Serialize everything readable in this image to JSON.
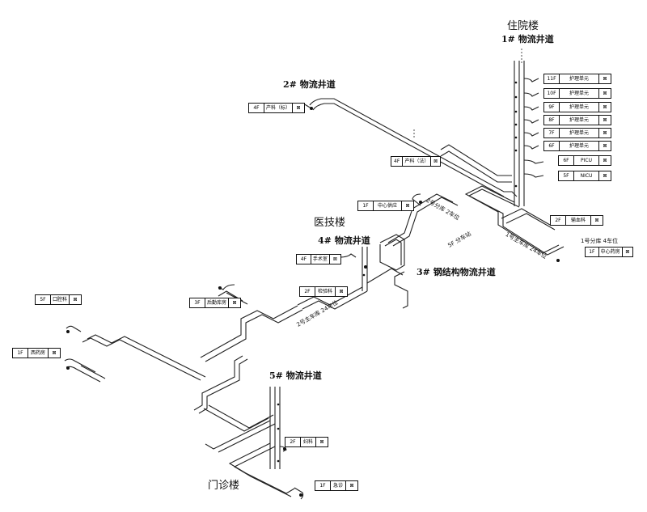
{
  "buildings": {
    "inpatient": "住院楼",
    "medtech": "医技楼",
    "outpatient": "门诊楼"
  },
  "shafts": {
    "s1": "1# 物流井道",
    "s2": "2# 物流井道",
    "s3": "3# 钢结构物流井道",
    "s4": "4# 物流井道",
    "s5": "5# 物流井道"
  },
  "stations": [
    {
      "floor": "11F",
      "name": "护理单元",
      "sym": "⊠"
    },
    {
      "floor": "10F",
      "name": "护理单元",
      "sym": "⊠"
    },
    {
      "floor": "9F",
      "name": "护理单元",
      "sym": "⊠"
    },
    {
      "floor": "8F",
      "name": "护理单元",
      "sym": "⊠"
    },
    {
      "floor": "7F",
      "name": "护理单元",
      "sym": "⊠"
    },
    {
      "floor": "6F",
      "name": "护理单元",
      "sym": "⊠"
    },
    {
      "floor": "6F",
      "name": "PICU",
      "sym": "⊠"
    },
    {
      "floor": "5F",
      "name": "NICU",
      "sym": "⊠"
    },
    {
      "floor": "4F",
      "name": "产科（标）",
      "sym": "⊠"
    },
    {
      "floor": "4F",
      "name": "产科（法）",
      "sym": "⊠"
    },
    {
      "floor": "1F",
      "name": "中心供应",
      "sym": "⊠"
    },
    {
      "floor": "2F",
      "name": "输血科",
      "sym": "⊠"
    },
    {
      "floor": "1F",
      "name": "中心药房",
      "sym": "⊠"
    },
    {
      "floor": "4F",
      "name": "手术室",
      "sym": "⊠"
    },
    {
      "floor": "2F",
      "name": "检验科",
      "sym": "⊠"
    },
    {
      "floor": "3F",
      "name": "后勤库房",
      "sym": "⊠"
    },
    {
      "floor": "5F",
      "name": "口腔科",
      "sym": "⊠"
    },
    {
      "floor": "1F",
      "name": "西药房",
      "sym": "⊠"
    },
    {
      "floor": "2F",
      "name": "妇科",
      "sym": "⊠"
    },
    {
      "floor": "1F",
      "name": "急诊",
      "sym": "⊠"
    }
  ],
  "annotations": {
    "a1": "2号分库 2车位",
    "a2": "1号主车库 24车位",
    "a3": "1号分库 4车位",
    "a4": "2号主车库 24车位",
    "a5": "5F 分车站"
  }
}
